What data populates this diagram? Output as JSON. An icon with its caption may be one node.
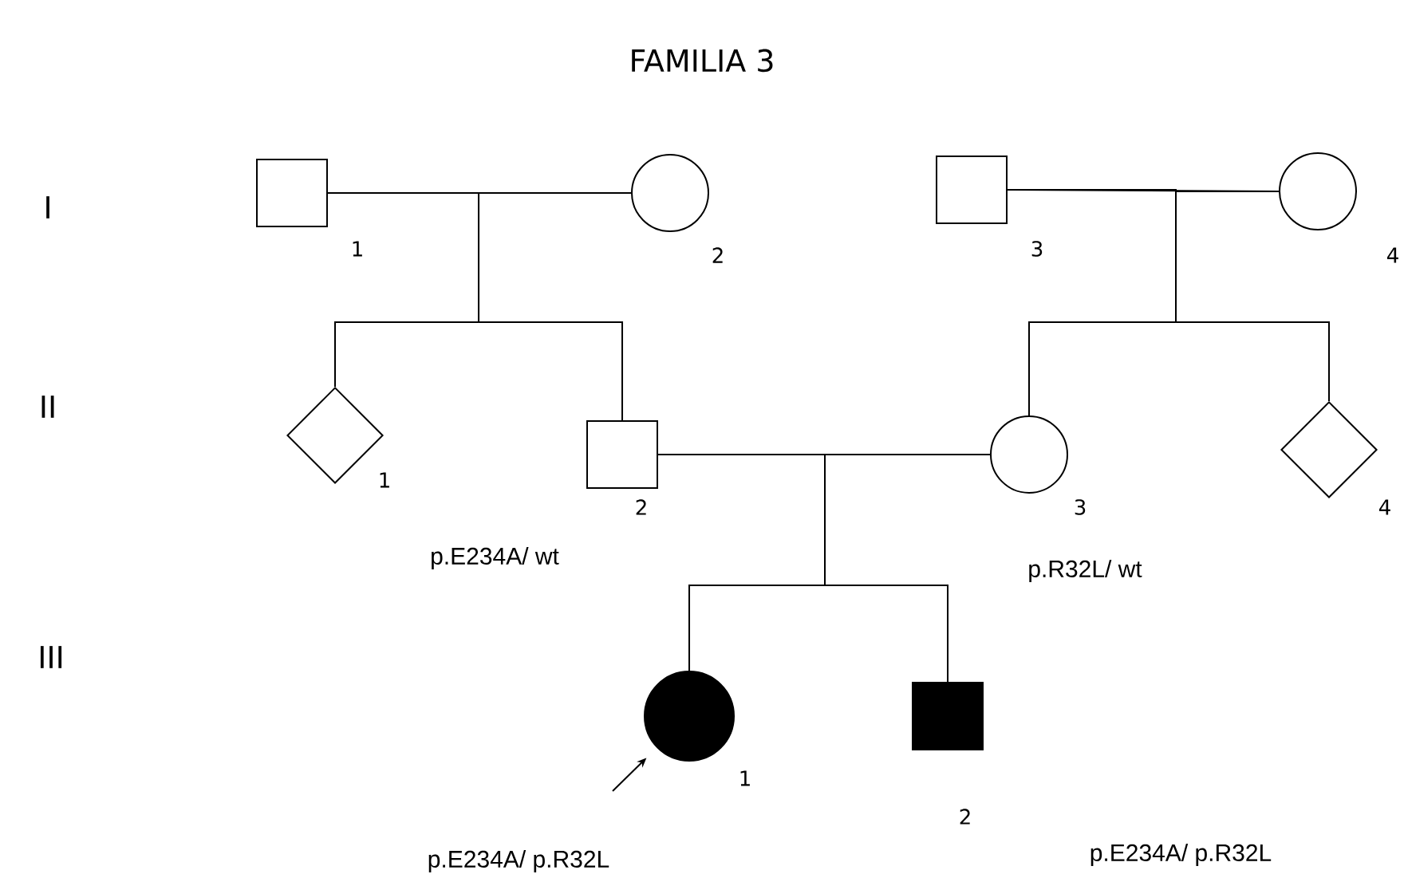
{
  "diagram": {
    "title": "FAMILIA 3",
    "nodes": [
      {
        "text": [],
        "shape": "box",
        "beside": [
          "1"
        ]
      },
      {
        "text": [],
        "shape": "circle",
        "beside": [
          "2"
        ]
      },
      {
        "text": [],
        "shape": "box",
        "beside": [
          "3"
        ]
      },
      {
        "text": [],
        "shape": "circle",
        "beside": [
          "4"
        ]
      },
      {
        "text": [],
        "shape": "diamond",
        "beside": [
          "1"
        ]
      },
      {
        "text": [],
        "shape": "box",
        "beside": [
          "2",
          "p.E234A/ wt"
        ]
      },
      {
        "text": [],
        "shape": "circle",
        "beside": [
          "3",
          "p.R32L/ wt"
        ]
      },
      {
        "text": [],
        "shape": "diamond",
        "beside": [
          "4"
        ]
      },
      {
        "text": [],
        "shape": "circle",
        "beside": [
          "1"
        ]
      },
      {
        "text": [],
        "shape": "box",
        "beside": [
          "2"
        ]
      }
    ],
    "edges": [
      {
        "from": 0,
        "to": 1,
        "arrow": "none"
      },
      {
        "from": 0,
        "to": 4,
        "arrow": "none"
      },
      {
        "from": 0,
        "to": 5,
        "arrow": "none"
      },
      {
        "from": 1,
        "to": 4,
        "arrow": "none"
      },
      {
        "from": 1,
        "to": 5,
        "arrow": "none"
      },
      {
        "from": 2,
        "to": 3,
        "arrow": "none"
      },
      {
        "from": 2,
        "to": 6,
        "arrow": "none"
      },
      {
        "from": 2,
        "to": 7,
        "arrow": "none"
      },
      {
        "from": 3,
        "to": 6,
        "arrow": "none"
      },
      {
        "from": 3,
        "to": 7,
        "arrow": "none"
      },
      {
        "from": 5,
        "to": 6,
        "arrow": "none"
      },
      {
        "from": 5,
        "to": 8,
        "arrow": "none"
      },
      {
        "from": 5,
        "to": 9,
        "arrow": "none"
      },
      {
        "from": 6,
        "to": 8,
        "arrow": "none"
      },
      {
        "from": 6,
        "to": 9,
        "arrow": "none"
      },
      {
        "from": null,
        "to": 8,
        "arrow": "to"
      }
    ],
    "labels": [
      "I",
      "II",
      "III",
      "p.E234A/ p.R32L",
      "p.E234A/ p.R32L"
    ]
  }
}
